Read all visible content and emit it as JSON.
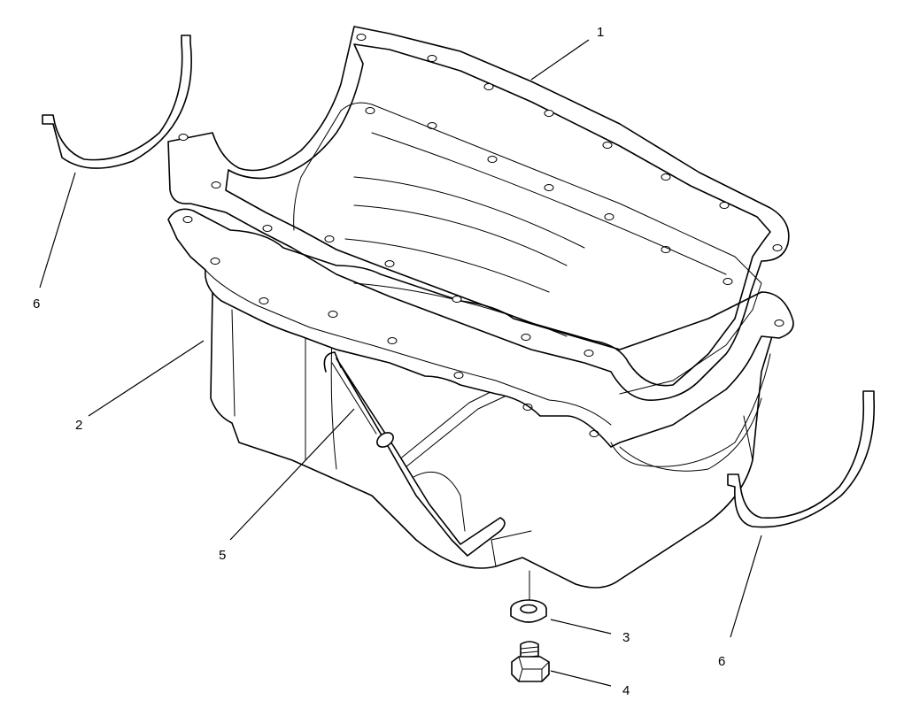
{
  "figure": {
    "callouts": [
      {
        "id": "gasket",
        "number": "1"
      },
      {
        "id": "oil-pan",
        "number": "2"
      },
      {
        "id": "drain-plug-washer",
        "number": "3"
      },
      {
        "id": "drain-plug",
        "number": "4"
      },
      {
        "id": "dipstick-tube",
        "number": "5"
      },
      {
        "id": "end-seal-left",
        "number": "6"
      },
      {
        "id": "end-seal-right",
        "number": "6"
      }
    ]
  }
}
